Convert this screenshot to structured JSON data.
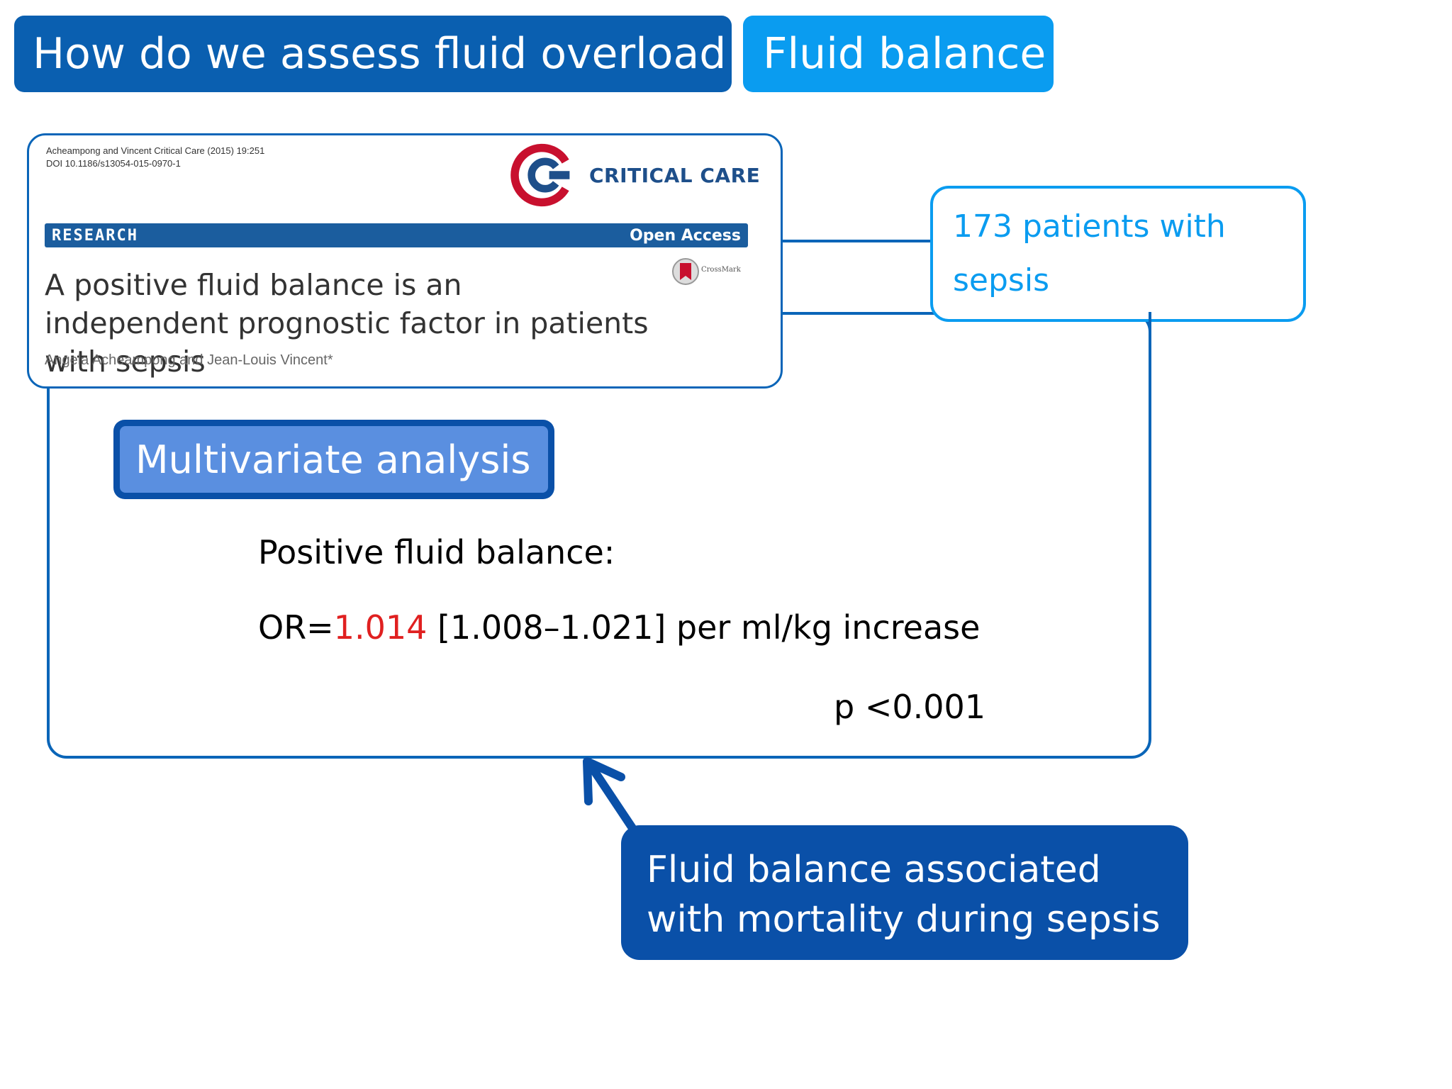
{
  "header": {
    "question": "How do we assess fluid overload ?",
    "topic": "Fluid balance"
  },
  "paper": {
    "citation_line1": "Acheampong and Vincent Critical Care (2015) 19:251",
    "citation_line2": "DOI 10.1186/s13054-015-0970-1",
    "journal": "CRITICAL CARE",
    "section": "RESEARCH",
    "access": "Open Access",
    "crossmark": "CrossMark",
    "title": "A positive fluid balance is an independent prognostic factor in patients with sepsis",
    "authors": "Angela Acheampong and Jean-Louis Vincent*"
  },
  "patients": "173 patients with sepsis",
  "analysis_label": "Multivariate analysis",
  "result": {
    "heading": "Positive fluid balance:",
    "or_prefix": "OR=",
    "or_value": "1.014",
    "or_suffix": " [1.008–1.021] per ml/kg increase",
    "p_value": "p <0.001"
  },
  "conclusion": "Fluid balance associated with mortality during sepsis",
  "colors": {
    "dark_blue": "#0a5fb0",
    "light_blue": "#0a9cf0",
    "highlight_red": "#e02020"
  }
}
